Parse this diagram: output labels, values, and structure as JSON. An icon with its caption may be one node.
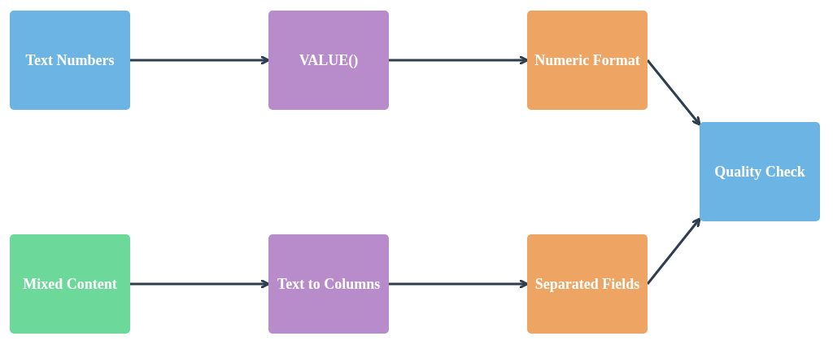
{
  "diagram": {
    "nodes": [
      {
        "text": [
          "Text Numbers"
        ]
      },
      {
        "text": [
          "VALUE()"
        ]
      },
      {
        "text": [
          "Numeric Format"
        ]
      },
      {
        "text": [
          "Quality Check"
        ]
      },
      {
        "text": [
          "Mixed Content"
        ]
      },
      {
        "text": [
          "Text to Columns"
        ]
      },
      {
        "text": [
          "Separated Fields"
        ]
      }
    ],
    "edges": [
      {
        "from": 0,
        "to": 1,
        "arrow": "to"
      },
      {
        "from": 1,
        "to": 2,
        "arrow": "to"
      },
      {
        "from": 2,
        "to": 3,
        "arrow": "to"
      },
      {
        "from": 4,
        "to": 5,
        "arrow": "to"
      },
      {
        "from": 5,
        "to": 6,
        "arrow": "to"
      },
      {
        "from": 6,
        "to": 3,
        "arrow": "to"
      }
    ]
  }
}
